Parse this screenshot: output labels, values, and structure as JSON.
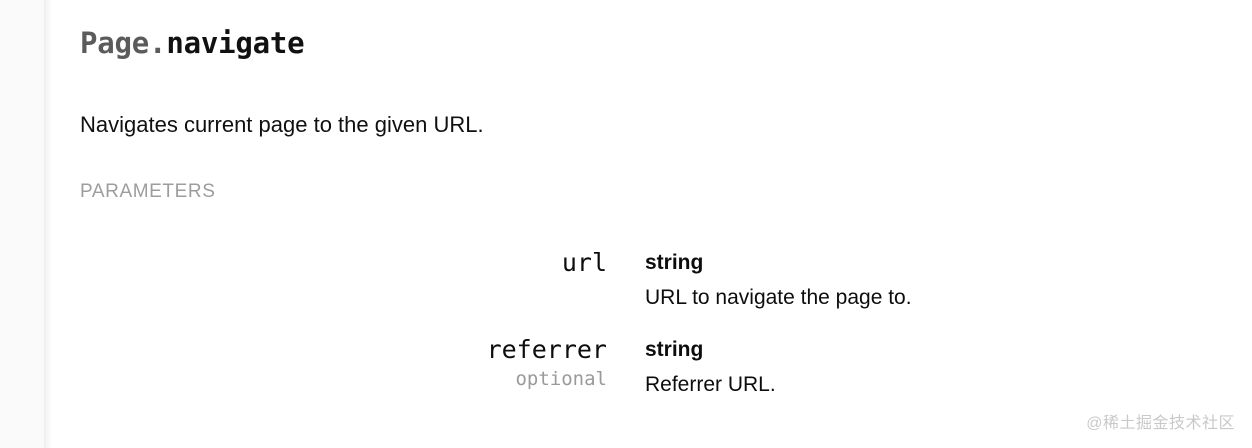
{
  "doc": {
    "title_namespace": "Page.",
    "title_member": "navigate",
    "summary": "Navigates current page to the given URL.",
    "section_label": "PARAMETERS",
    "parameters": [
      {
        "name": "url",
        "flag": "",
        "type": "string",
        "description": "URL to navigate the page to."
      },
      {
        "name": "referrer",
        "flag": "optional",
        "type": "string",
        "description": "Referrer URL."
      }
    ]
  },
  "watermark": {
    "text": "@稀土掘金技术社区"
  },
  "colors": {
    "namespace_gray": "#5b5b5b",
    "member_black": "#111111",
    "body_text": "#101010",
    "section_label_gray": "#9d9d9d",
    "optional_gray": "#9a9a9a",
    "watermark_gray": "#c9c9c9",
    "rail_background": "#fafafa",
    "page_background": "#ffffff"
  }
}
